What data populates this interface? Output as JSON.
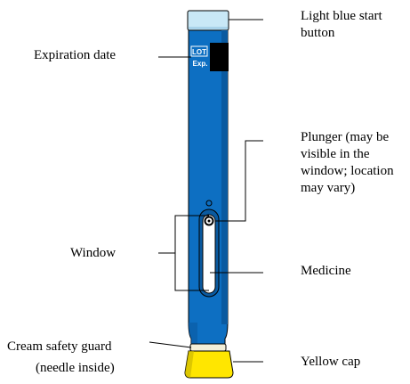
{
  "labels": {
    "start_button": [
      "Light blue start",
      "button"
    ],
    "expiration_date": "Expiration date",
    "plunger": [
      "Plunger (may be",
      "visible in the",
      "window; location",
      "may vary)"
    ],
    "window": "Window",
    "medicine": "Medicine",
    "safety_guard": [
      "Cream safety guard",
      "(needle inside)"
    ],
    "yellow_cap": "Yellow cap"
  },
  "pen_markings": {
    "lot": "LOT",
    "exp": "Exp."
  },
  "colors": {
    "body_blue": "#0d6fc2",
    "body_shadow": "#0a5aa0",
    "start_button": "#c9e8f6",
    "safety_guard": "#f3efd9",
    "cap": "#ffe600",
    "cap_dark": "#c7b300",
    "label_panel": "#000000"
  }
}
